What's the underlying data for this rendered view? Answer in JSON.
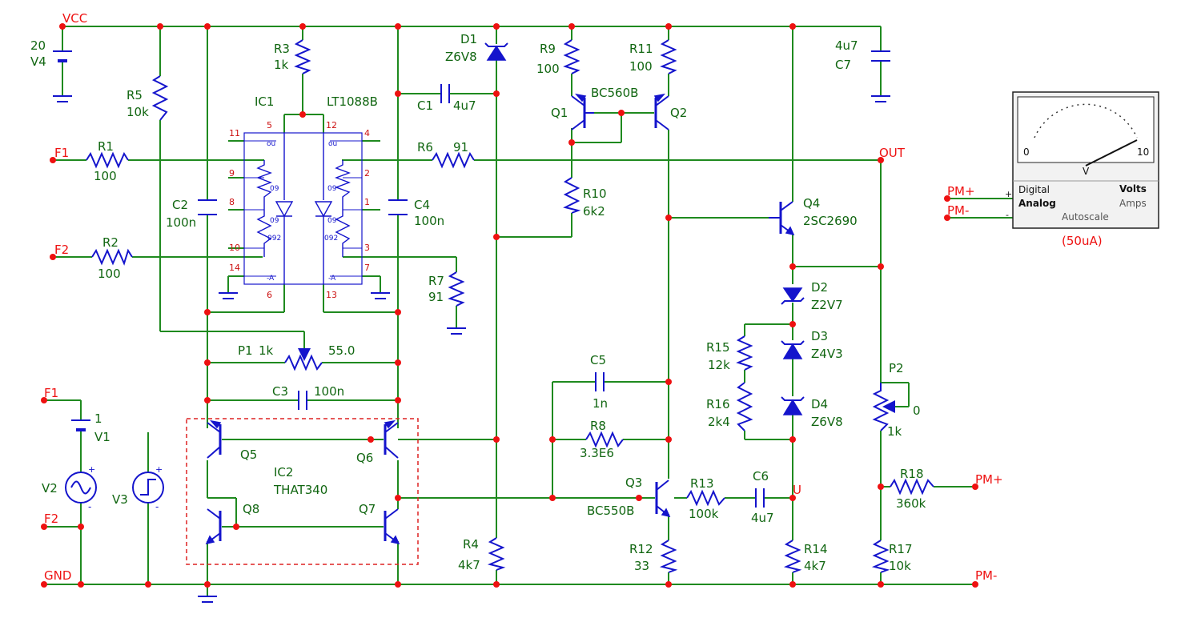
{
  "nets": {
    "vcc": "VCC",
    "gnd": "GND",
    "out": "OUT",
    "u": "U",
    "f1a": "F1",
    "f2a": "F2",
    "f1b": "F1",
    "f2b": "F2",
    "pm_plus_meter": "PM+",
    "pm_minus_meter": "PM-",
    "pm_plus": "PM+",
    "pm_minus": "PM-"
  },
  "components": {
    "v4": {
      "ref": "V4",
      "value": "20"
    },
    "r5": {
      "ref": "R5",
      "value": "10k"
    },
    "r3": {
      "ref": "R3",
      "value": "1k"
    },
    "ic1": {
      "ref": "IC1",
      "part": "LT1088B"
    },
    "r1": {
      "ref": "R1",
      "value": "100"
    },
    "r2": {
      "ref": "R2",
      "value": "100"
    },
    "c2": {
      "ref": "C2",
      "value": "100n"
    },
    "c4": {
      "ref": "C4",
      "value": "100n"
    },
    "r6": {
      "ref": "R6",
      "value": "91"
    },
    "r7": {
      "ref": "R7",
      "value": "91"
    },
    "p1": {
      "ref": "P1",
      "value": "1k",
      "setting": "55.0"
    },
    "c3": {
      "ref": "C3",
      "value": "100n"
    },
    "d1": {
      "ref": "D1",
      "value": "Z6V8"
    },
    "c1": {
      "ref": "C1",
      "value": "4u7"
    },
    "r9": {
      "ref": "R9",
      "value": "100"
    },
    "r11": {
      "ref": "R11",
      "value": "100"
    },
    "q1": {
      "ref": "Q1"
    },
    "q2": {
      "ref": "Q2"
    },
    "q12part": "BC560B",
    "r10": {
      "ref": "R10",
      "value": "6k2"
    },
    "c7": {
      "ref": "C7",
      "value": "4u7"
    },
    "q4": {
      "ref": "Q4",
      "part": "2SC2690"
    },
    "d2": {
      "ref": "D2",
      "value": "Z2V7"
    },
    "d3": {
      "ref": "D3",
      "value": "Z4V3"
    },
    "d4": {
      "ref": "D4",
      "value": "Z6V8"
    },
    "r15": {
      "ref": "R15",
      "value": "12k"
    },
    "r16": {
      "ref": "R16",
      "value": "2k4"
    },
    "c5": {
      "ref": "C5",
      "value": "1n"
    },
    "r8": {
      "ref": "R8",
      "value": "3.3E6"
    },
    "q3": {
      "ref": "Q3",
      "part": "BC550B"
    },
    "r13": {
      "ref": "R13",
      "value": "100k"
    },
    "c6": {
      "ref": "C6",
      "value": "4u7"
    },
    "r4": {
      "ref": "R4",
      "value": "4k7"
    },
    "r12": {
      "ref": "R12",
      "value": "33"
    },
    "r14": {
      "ref": "R14",
      "value": "4k7"
    },
    "r17": {
      "ref": "R17",
      "value": "10k"
    },
    "r18": {
      "ref": "R18",
      "value": "360k"
    },
    "p2": {
      "ref": "P2",
      "value": "1k",
      "setting": "0"
    },
    "v1": {
      "ref": "V1",
      "value": "1"
    },
    "v2": {
      "ref": "V2"
    },
    "v3": {
      "ref": "V3"
    },
    "ic2": {
      "ref": "IC2",
      "part": "THAT340"
    },
    "q5": {
      "ref": "Q5"
    },
    "q6": {
      "ref": "Q6"
    },
    "q7": {
      "ref": "Q7"
    },
    "q8": {
      "ref": "Q8"
    }
  },
  "ic1_pins": {
    "p11": "11",
    "p5": "5",
    "p12": "12",
    "p4": "4",
    "p9": "9",
    "p8": "8",
    "p10": "10",
    "p14": "14",
    "p2": "2",
    "p1": "1",
    "p3": "3",
    "p7": "7",
    "p6": "6",
    "p13": "13",
    "marks": [
      "ou",
      "ou",
      "09",
      "09",
      "09",
      "09",
      "092",
      "092",
      "-A",
      "-A"
    ]
  },
  "meter": {
    "scale_min": "0",
    "scale_max": "10",
    "unit": "V",
    "mode_digital": "Digital",
    "mode_analog": "Analog",
    "range_volts": "Volts",
    "range_amps": "Amps",
    "autoscale": "Autoscale",
    "range": "(50uA)"
  },
  "colors": {
    "wire": "#1f8a1f",
    "component": "#1414cc",
    "node": "#ee1111",
    "label": "#116611"
  }
}
